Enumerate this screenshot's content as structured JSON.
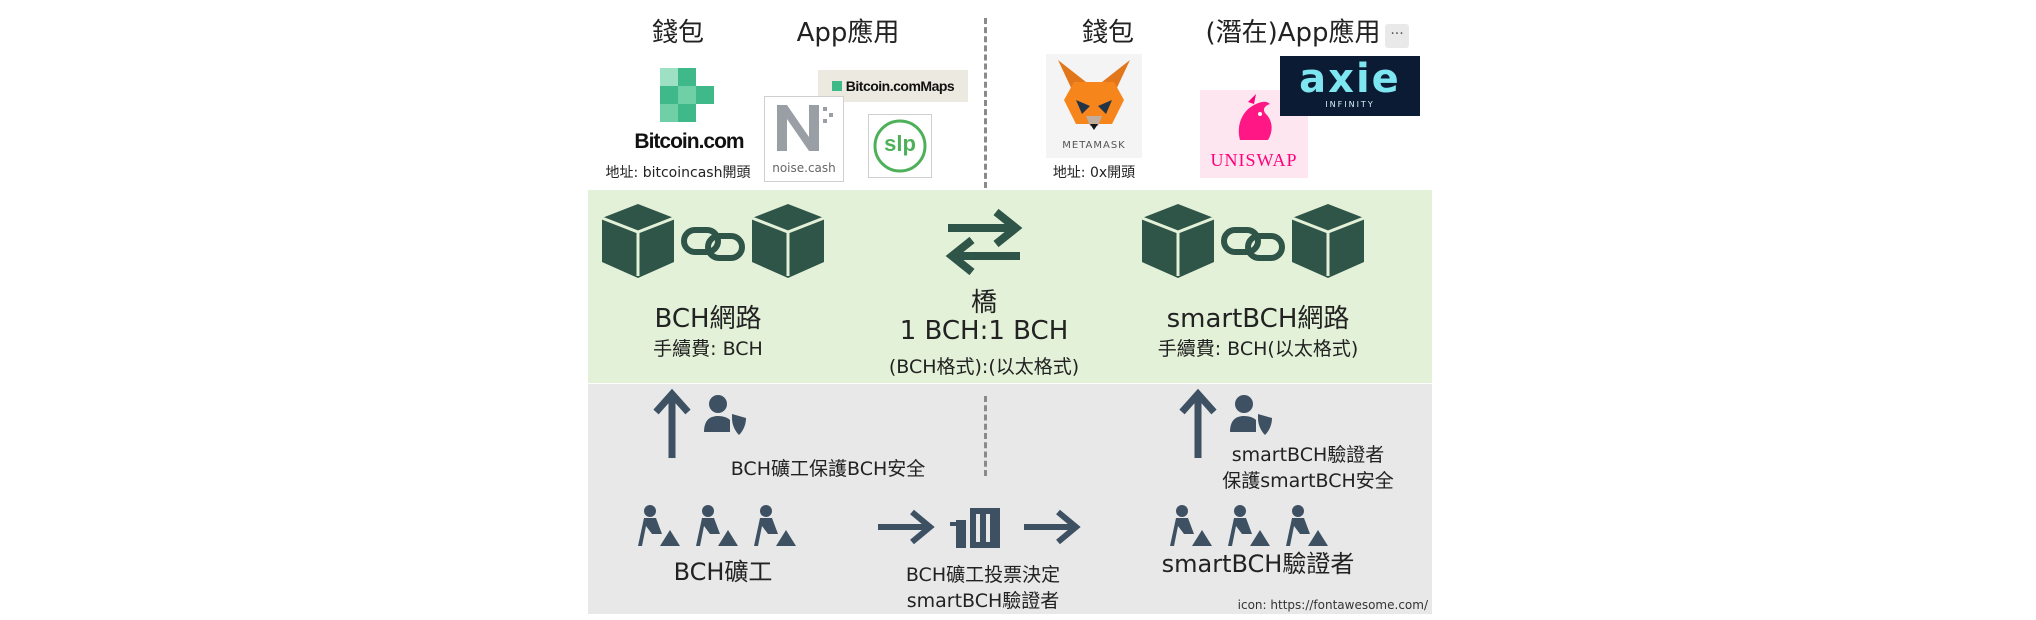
{
  "headers": {
    "wallet_left": "錢包",
    "app_left": "App應用",
    "wallet_right": "錢包",
    "app_right": "(潛在)App應用"
  },
  "logos": {
    "bitcoin_com": "Bitcoin.com",
    "bitcoin_com_maps": "Bitcoin.comMaps",
    "noise_cash": "noise.cash",
    "slp": "slp",
    "metamask": "METAMASK",
    "uniswap": "UNISWAP",
    "axie": "axie",
    "axie_sub": "INFINITY"
  },
  "address": {
    "left": "地址: bitcoincash開頭",
    "right": "地址: 0x開頭"
  },
  "networks": {
    "bch_name": "BCH網路",
    "bch_fee": "手續費: BCH",
    "smart_name": "smartBCH網路",
    "smart_fee": "手續費: BCH(以太格式)"
  },
  "bridge": {
    "label": "橋",
    "ratio": "1 BCH:1 BCH",
    "format": "(BCH格式):(以太格式)"
  },
  "security": {
    "bch_miners_protect": "BCH礦工保護BCH安全",
    "smart_validators_line1": "smartBCH驗證者",
    "smart_validators_line2": "保護smartBCH安全"
  },
  "actors": {
    "bch_miners": "BCH礦工",
    "vote_line1": "BCH礦工投票決定",
    "vote_line2": "smartBCH驗證者",
    "smart_validators": "smartBCH驗證者"
  },
  "credit": "icon: https://fontawesome.com/",
  "ellipsis": "···",
  "colors": {
    "icon_dark": "#2f5448",
    "icon_slate": "#3e5163",
    "green_band": "#e3f1d8",
    "gray_band": "#e8e8e9",
    "bitcoin_green": "#3fb98a",
    "slp_green": "#4fb05a",
    "metamask_orange": "#e2761b",
    "uniswap_pink": "#ff007a",
    "axie_bg": "#0b1b33",
    "axie_cyan": "#7de6f0"
  }
}
